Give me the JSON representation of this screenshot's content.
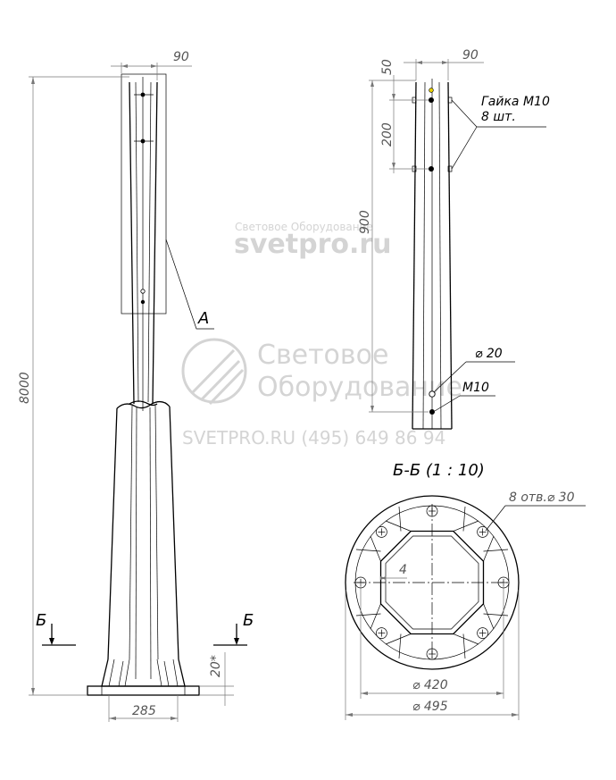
{
  "dimensions": {
    "top_width_left": "90",
    "total_height": "8000",
    "base_width": "285",
    "base_plate_thickness": "20*",
    "top_width_right": "90",
    "top_offset": "50",
    "hole_spacing_top": "200",
    "hole_spacing_long": "900",
    "hole_diameter": "⌀ 20",
    "bolt_circle_diameter": "⌀ 420",
    "flange_diameter": "⌀ 495",
    "wall_thickness": "4"
  },
  "labels": {
    "detail_a": "A",
    "section_left": "Б",
    "section_right": "Б",
    "section_title": "Б-Б (1 : 10)",
    "nut_label_line1": "Гайка М10",
    "nut_label_line2": "8 шт.",
    "bolt_label": "М10",
    "holes_label": "8 отв.⌀ 30"
  },
  "watermark": {
    "small_company": "Световое Оборудование",
    "small_site": "svetpro.ru",
    "big_line1": "Световое",
    "big_line2": "Оборудование",
    "big_contact": "SVETPRO.RU  (495) 649 86 94"
  },
  "colors": {
    "line": "#000000",
    "dimension": "#777777",
    "watermark": "#d4d4d4"
  }
}
